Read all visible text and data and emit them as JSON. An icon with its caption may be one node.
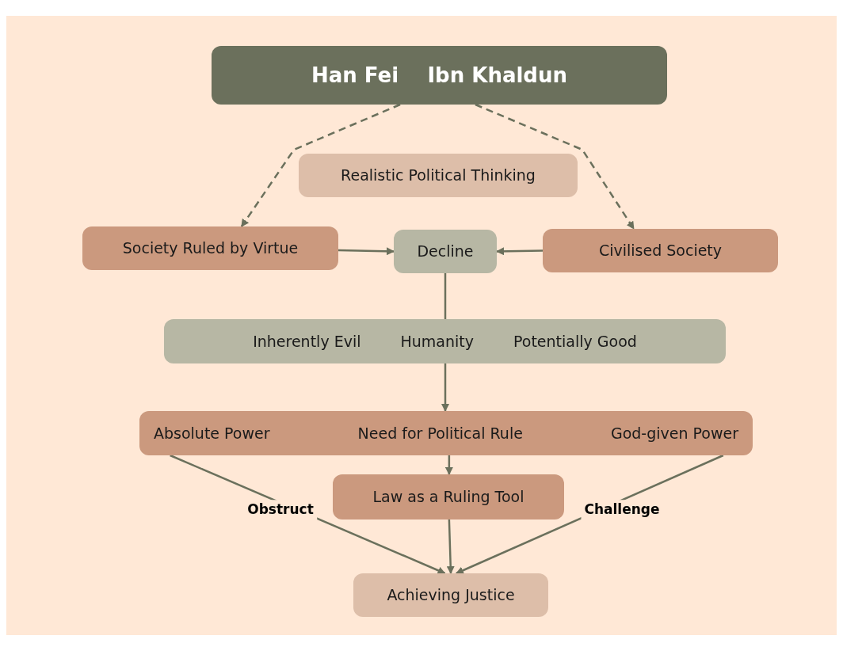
{
  "diagram": {
    "nodes": [
      {
        "text": [
          "Han Fei",
          "Ibn Khaldun"
        ]
      },
      {
        "text": [
          "Realistic Political Thinking"
        ]
      },
      {
        "text": [
          "Society Ruled by Virtue"
        ]
      },
      {
        "text": [
          "Decline"
        ]
      },
      {
        "text": [
          "Civilised Society"
        ]
      },
      {
        "text": [
          "Inherently Evil",
          "Humanity",
          "Potentially Good"
        ]
      },
      {
        "text": [
          "Absolute Power",
          "Need for Political Rule",
          "God-given Power"
        ]
      },
      {
        "text": [
          "Law as a Ruling Tool"
        ]
      },
      {
        "text": [
          "Achieving Justice"
        ]
      }
    ],
    "edges": [
      {
        "from": 0,
        "to": 2,
        "arrow": "to",
        "style": "dashed"
      },
      {
        "from": 0,
        "to": 4,
        "arrow": "to",
        "style": "dashed"
      },
      {
        "from": 2,
        "to": 3,
        "arrow": "to"
      },
      {
        "from": 4,
        "to": 3,
        "arrow": "to"
      },
      {
        "from": 3,
        "to": 5,
        "arrow": "none"
      },
      {
        "from": 5,
        "to": 6,
        "arrow": "to"
      },
      {
        "from": 6,
        "to": 7,
        "arrow": "to"
      },
      {
        "from": 6,
        "to": 8,
        "arrow": "to",
        "label": "Obstruct"
      },
      {
        "from": 7,
        "to": 8,
        "arrow": "to"
      },
      {
        "from": 6,
        "to": 8,
        "arrow": "to",
        "label": "Challenge"
      }
    ]
  }
}
